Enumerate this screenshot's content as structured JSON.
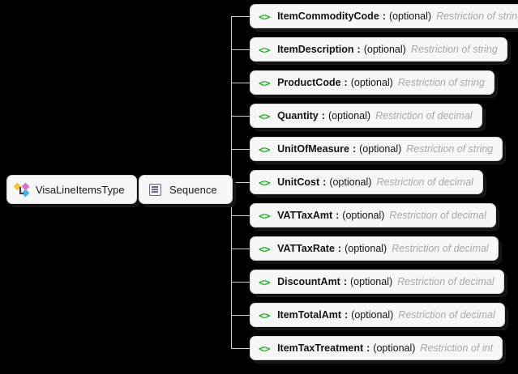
{
  "diagram": {
    "type": "xsd-schema-tree",
    "background_color": "#000000",
    "node_fill_color": "#f7f7f7",
    "element_icon_color": "#16b016",
    "type_text_color": "#a8a8a8",
    "connector_color": "#cfcfcf",
    "root": {
      "name": "VisaLineItemsType",
      "icon": "complextype-icon"
    },
    "compositor": {
      "name": "Sequence",
      "icon": "sequence-icon"
    },
    "elements": [
      {
        "name": "ItemCommodityCode",
        "separator": ":",
        "occurrence": "(optional)",
        "type": "Restriction of string",
        "icon": "element-code-icon"
      },
      {
        "name": "ItemDescription",
        "separator": ":",
        "occurrence": "(optional)",
        "type": "Restriction of string",
        "icon": "element-code-icon"
      },
      {
        "name": "ProductCode",
        "separator": ":",
        "occurrence": "(optional)",
        "type": "Restriction of string",
        "icon": "element-code-icon"
      },
      {
        "name": "Quantity",
        "separator": ":",
        "occurrence": "(optional)",
        "type": "Restriction of decimal",
        "icon": "element-code-icon"
      },
      {
        "name": "UnitOfMeasure",
        "separator": ":",
        "occurrence": "(optional)",
        "type": "Restriction of string",
        "icon": "element-code-icon"
      },
      {
        "name": "UnitCost",
        "separator": ":",
        "occurrence": "(optional)",
        "type": "Restriction of decimal",
        "icon": "element-code-icon"
      },
      {
        "name": "VATTaxAmt",
        "separator": ":",
        "occurrence": "(optional)",
        "type": "Restriction of decimal",
        "icon": "element-code-icon"
      },
      {
        "name": "VATTaxRate",
        "separator": ":",
        "occurrence": "(optional)",
        "type": "Restriction of decimal",
        "icon": "element-code-icon"
      },
      {
        "name": "DiscountAmt",
        "separator": ":",
        "occurrence": "(optional)",
        "type": "Restriction of decimal",
        "icon": "element-code-icon"
      },
      {
        "name": "ItemTotalAmt",
        "separator": ":",
        "occurrence": "(optional)",
        "type": "Restriction of decimal",
        "icon": "element-code-icon"
      },
      {
        "name": "ItemTaxTreatment",
        "separator": ":",
        "occurrence": "(optional)",
        "type": "Restriction of int",
        "icon": "element-code-icon"
      }
    ],
    "element_icon_glyph": "<>"
  }
}
